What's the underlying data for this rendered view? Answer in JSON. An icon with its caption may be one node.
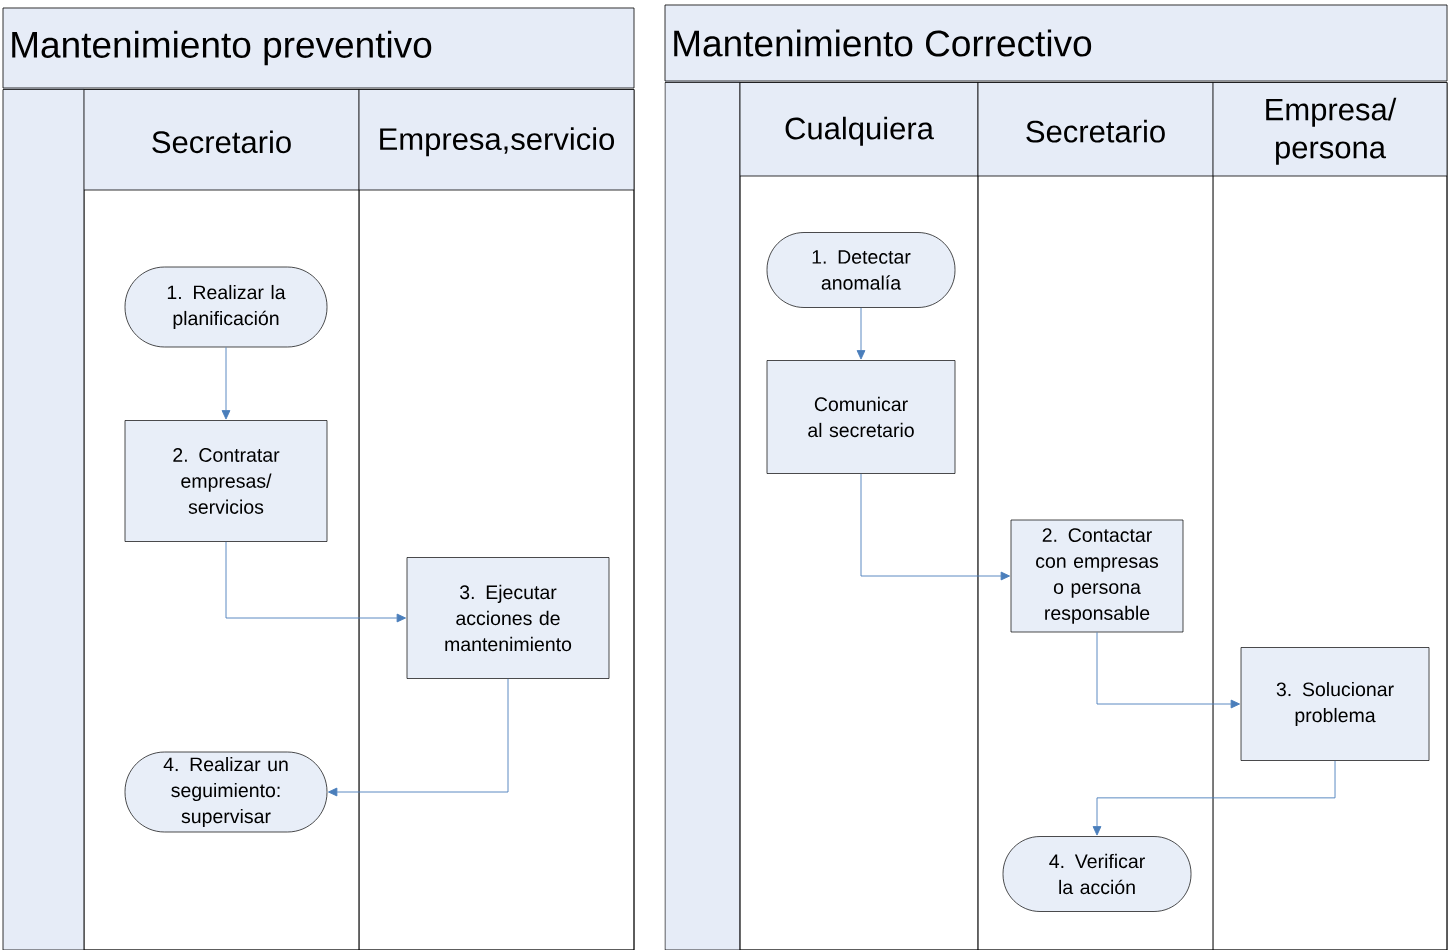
{
  "diagram": {
    "nodes": [
      {
        "text": [
          "Mantenimiento preventivo"
        ]
      },
      {
        "text": [
          "Secretario"
        ],
        "in": 0
      },
      {
        "text": [
          "Empresa,servicio"
        ],
        "in": 0
      },
      {
        "text": [
          "1. Realizar la planificación"
        ],
        "in": 1
      },
      {
        "text": [
          "2. Contratar empresas/ servicios"
        ],
        "in": 1
      },
      {
        "text": [
          "3. Ejecutar acciones de mantenimiento"
        ],
        "in": 2
      },
      {
        "text": [
          "4. Realizar un seguimiento: supervisar"
        ],
        "in": 1
      },
      {
        "text": [
          "Mantenimiento Correctivo"
        ]
      },
      {
        "text": [
          "Cualquiera"
        ],
        "in": 7
      },
      {
        "text": [
          "Secretario"
        ],
        "in": 7
      },
      {
        "text": [
          "Empresa/ persona"
        ],
        "in": 7
      },
      {
        "text": [
          "1. Detectar anomalía"
        ],
        "in": 8
      },
      {
        "text": [
          "Comunicar al secretario"
        ],
        "in": 8
      },
      {
        "text": [
          "2. Contactar con empresas o persona responsable"
        ],
        "in": 9
      },
      {
        "text": [
          "3. Solucionar problema"
        ],
        "in": 10
      },
      {
        "text": [
          "4. Verificar la acción"
        ],
        "in": 9
      }
    ],
    "edges": [
      {
        "from": 3,
        "to": 4,
        "arrow": "to"
      },
      {
        "from": 4,
        "to": 5,
        "arrow": "to"
      },
      {
        "from": 5,
        "to": 6,
        "arrow": "to"
      },
      {
        "from": 11,
        "to": 12,
        "arrow": "to"
      },
      {
        "from": 12,
        "to": 13,
        "arrow": "to"
      },
      {
        "from": 13,
        "to": 14,
        "arrow": "to"
      },
      {
        "from": 14,
        "to": 15,
        "arrow": "to"
      }
    ]
  }
}
